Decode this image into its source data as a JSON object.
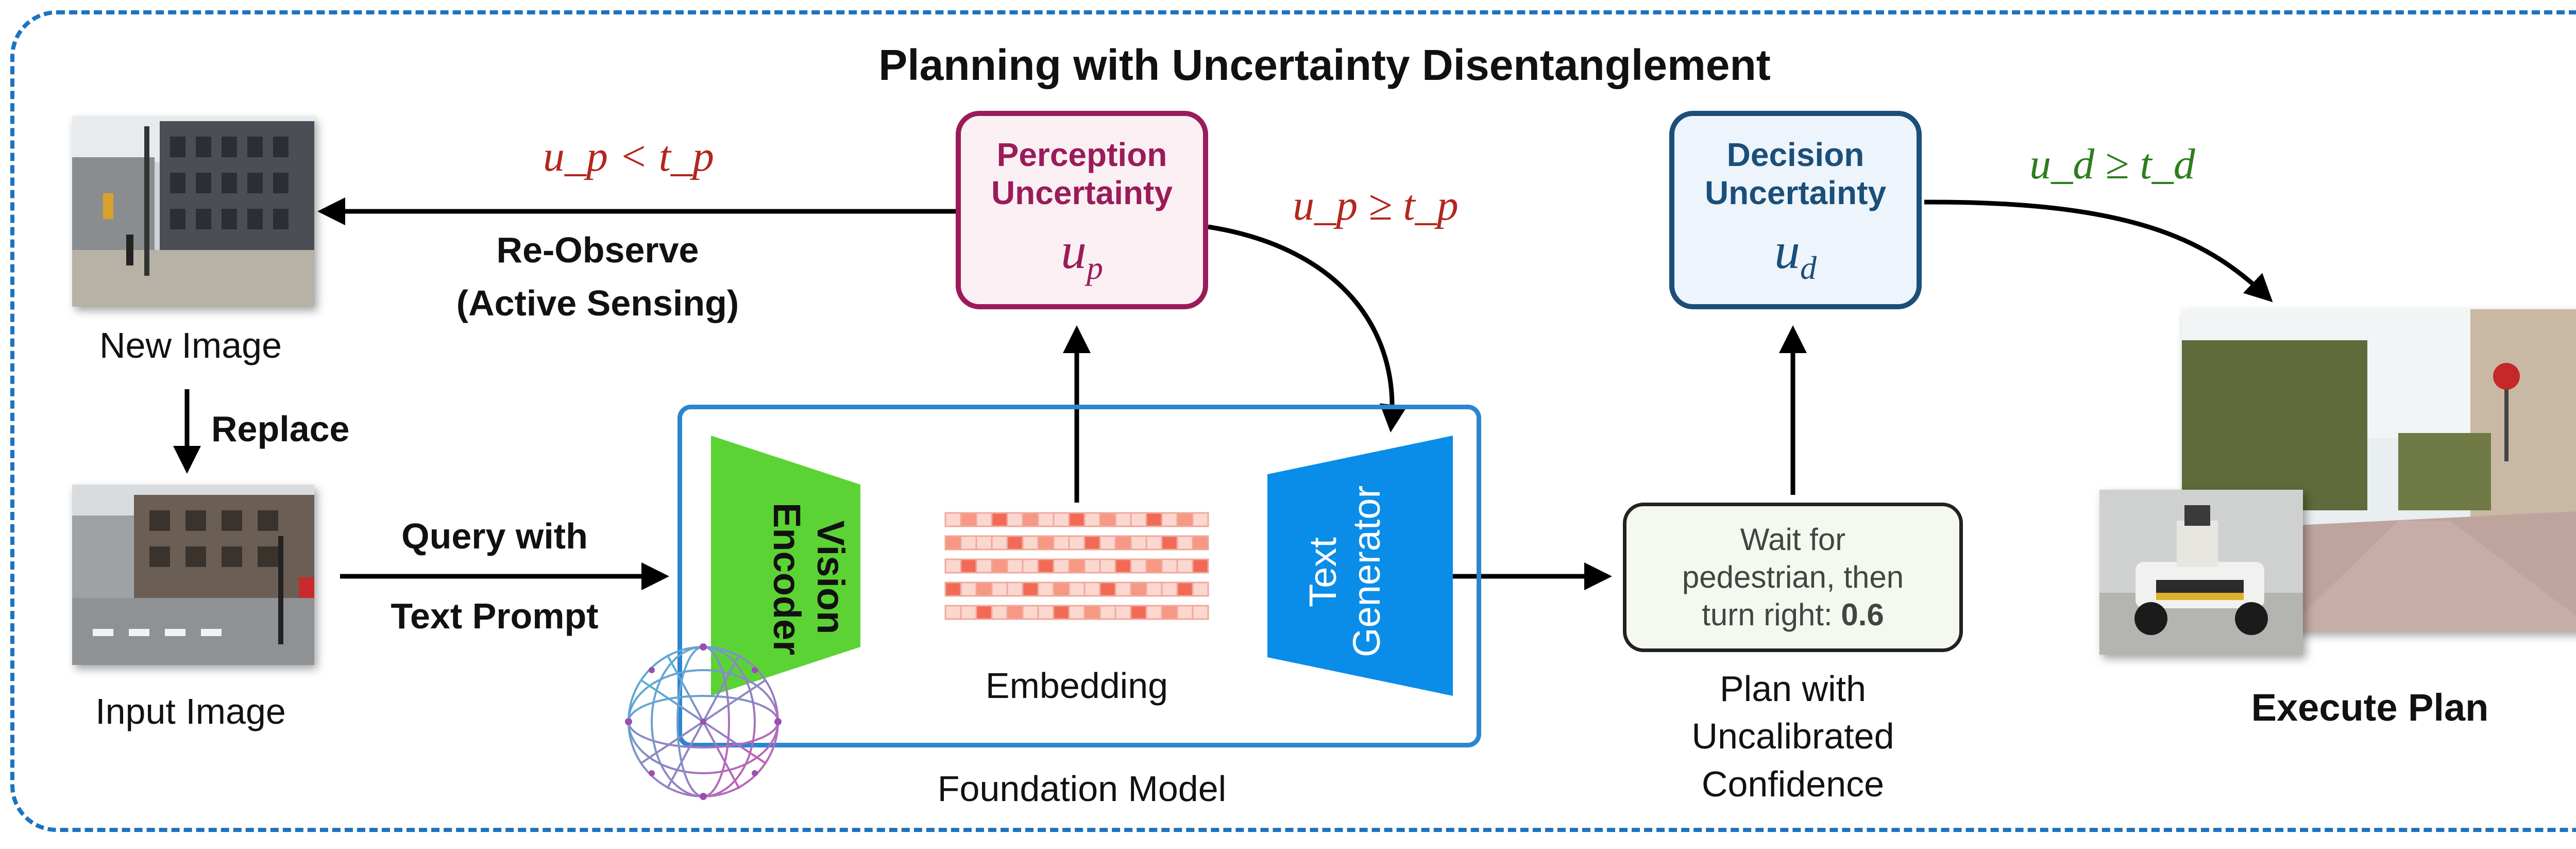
{
  "title": "Planning with Uncertainty Disentanglement",
  "images": {
    "new_image_label": "New Image",
    "input_image_label": "Input Image",
    "execute_label": "Execute Plan"
  },
  "flow": {
    "replace": "Replace",
    "query_line1": "Query with",
    "query_line2": "Text Prompt",
    "reobserve_line1": "Re-Observe",
    "reobserve_line2": "(Active Sensing)",
    "cond_low": "u_p < t_p",
    "cond_high": "u_p ≥ t_p",
    "cond_decision": "u_d ≥ t_d"
  },
  "perception": {
    "line1": "Perception",
    "line2": "Uncertainty",
    "symbol": "u",
    "sub": "p"
  },
  "decision": {
    "line1": "Decision",
    "line2": "Uncertainty",
    "symbol": "u",
    "sub": "d"
  },
  "model": {
    "vision_line1": "Vision",
    "vision_line2": "Encoder",
    "text_line1": "Text",
    "text_line2": "Generator",
    "embedding": "Embedding",
    "caption": "Foundation Model"
  },
  "plan": {
    "line1": "Wait for",
    "line2": "pedestrian, then",
    "line3_prefix": "turn right: ",
    "confidence": "0.6",
    "caption_line1": "Plan with",
    "caption_line2": "Uncalibrated",
    "caption_line3": "Confidence"
  },
  "colors": {
    "frame": "#1e73be",
    "perception": "#9b1b5a",
    "perception_fill": "#faf0f4",
    "decision": "#1b4f7a",
    "decision_fill": "#eef4fb",
    "condition_red": "#b3261e",
    "condition_green": "#2e7d1f",
    "vision": "#5cd334",
    "text_gen": "#0a8de8",
    "model_border": "#2a86d1",
    "embedding_strong": "#f26a55",
    "embedding_weak": "#fbd7cf"
  }
}
